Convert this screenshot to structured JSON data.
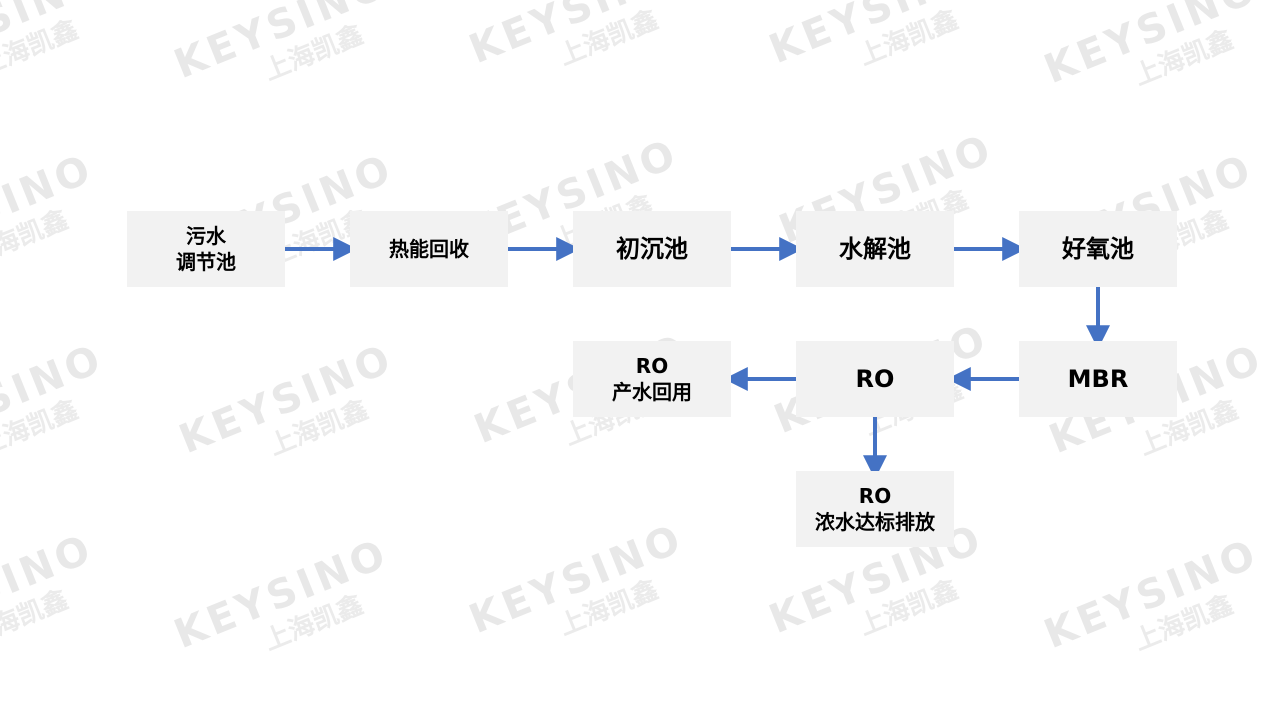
{
  "watermark": {
    "brand": "KEYSINO",
    "brand_cn": "上海凯鑫"
  },
  "colors": {
    "box_fill": "#f2f2f2",
    "arrow": "#4472c4",
    "text": "#000000"
  },
  "diagram": {
    "nodes": {
      "regulation_tank": {
        "lines": [
          "污水",
          "调节池"
        ]
      },
      "heat_recovery": {
        "lines": [
          "热能回收"
        ]
      },
      "primary_settling": {
        "lines": [
          "初沉池"
        ]
      },
      "hydrolysis_tank": {
        "lines": [
          "水解池"
        ]
      },
      "aerobic_tank": {
        "lines": [
          "好氧池"
        ]
      },
      "mbr": {
        "lines": [
          "MBR"
        ]
      },
      "ro": {
        "lines": [
          "RO"
        ]
      },
      "ro_reuse": {
        "lines": [
          "RO",
          "产水回用"
        ]
      },
      "ro_discharge": {
        "lines": [
          "RO",
          "浓水达标排放"
        ]
      }
    },
    "edges": [
      {
        "from": "regulation_tank",
        "to": "heat_recovery"
      },
      {
        "from": "heat_recovery",
        "to": "primary_settling"
      },
      {
        "from": "primary_settling",
        "to": "hydrolysis_tank"
      },
      {
        "from": "hydrolysis_tank",
        "to": "aerobic_tank"
      },
      {
        "from": "aerobic_tank",
        "to": "mbr"
      },
      {
        "from": "mbr",
        "to": "ro"
      },
      {
        "from": "ro",
        "to": "ro_reuse"
      },
      {
        "from": "ro",
        "to": "ro_discharge"
      }
    ]
  }
}
